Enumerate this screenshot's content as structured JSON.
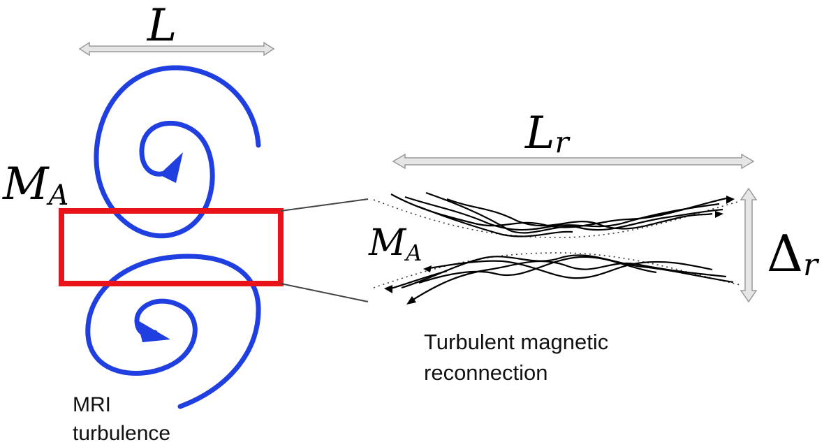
{
  "labels": {
    "L": "L",
    "L_r_main": "L",
    "L_r_sub": "r",
    "M_A_left_main": "M",
    "M_A_left_sub": "A",
    "M_A_right_main": "M",
    "M_A_right_sub": "A",
    "Delta_main": "Δ",
    "Delta_sub": "r"
  },
  "captions": {
    "mri_line1": "MRI",
    "mri_line2": "turbulence",
    "reconnection_line1": "Turbulent magnetic",
    "reconnection_line2": "reconnection"
  },
  "colors": {
    "spiral": "#1f3fe0",
    "box": "#e8141a",
    "arrow_fill": "#e6e6e6",
    "arrow_stroke": "#9a9a9a",
    "field_lines": "#000000"
  }
}
